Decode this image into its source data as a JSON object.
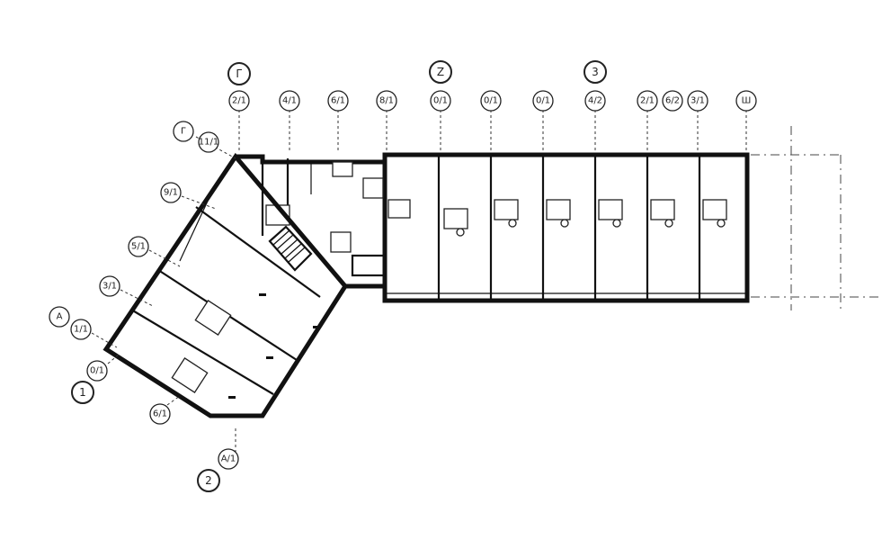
{
  "plan": {
    "grid_bubbles_top": [
      {
        "label": "Г",
        "major": true
      },
      {
        "label": "2/1",
        "major": false
      },
      {
        "label": "4/1",
        "major": false
      },
      {
        "label": "6/1",
        "major": false
      },
      {
        "label": "8/1",
        "major": false
      },
      {
        "label": "Z",
        "major": true
      },
      {
        "label": "0/1",
        "major": false
      },
      {
        "label": "0/1",
        "major": false
      },
      {
        "label": "0/1",
        "major": false
      },
      {
        "label": "3",
        "major": true
      },
      {
        "label": "4/2",
        "major": false
      },
      {
        "label": "2/1",
        "major": false
      },
      {
        "label": "6/2",
        "major": false
      },
      {
        "label": "3/1",
        "major": false
      },
      {
        "label": "Ш",
        "major": false
      }
    ],
    "grid_bubbles_left": [
      {
        "label": "Г",
        "major": false
      },
      {
        "label": "11/1",
        "major": false
      },
      {
        "label": "9/1",
        "major": false
      },
      {
        "label": "5/1",
        "major": false
      },
      {
        "label": "3/1",
        "major": false
      },
      {
        "label": "A",
        "major": false
      },
      {
        "label": "1/1",
        "major": false
      },
      {
        "label": "0/1",
        "major": false
      },
      {
        "label": "1",
        "major": true
      }
    ],
    "grid_bubbles_bottom": [
      {
        "label": "6/1",
        "major": false
      },
      {
        "label": "A/1",
        "major": false
      },
      {
        "label": "2",
        "major": true
      }
    ]
  }
}
